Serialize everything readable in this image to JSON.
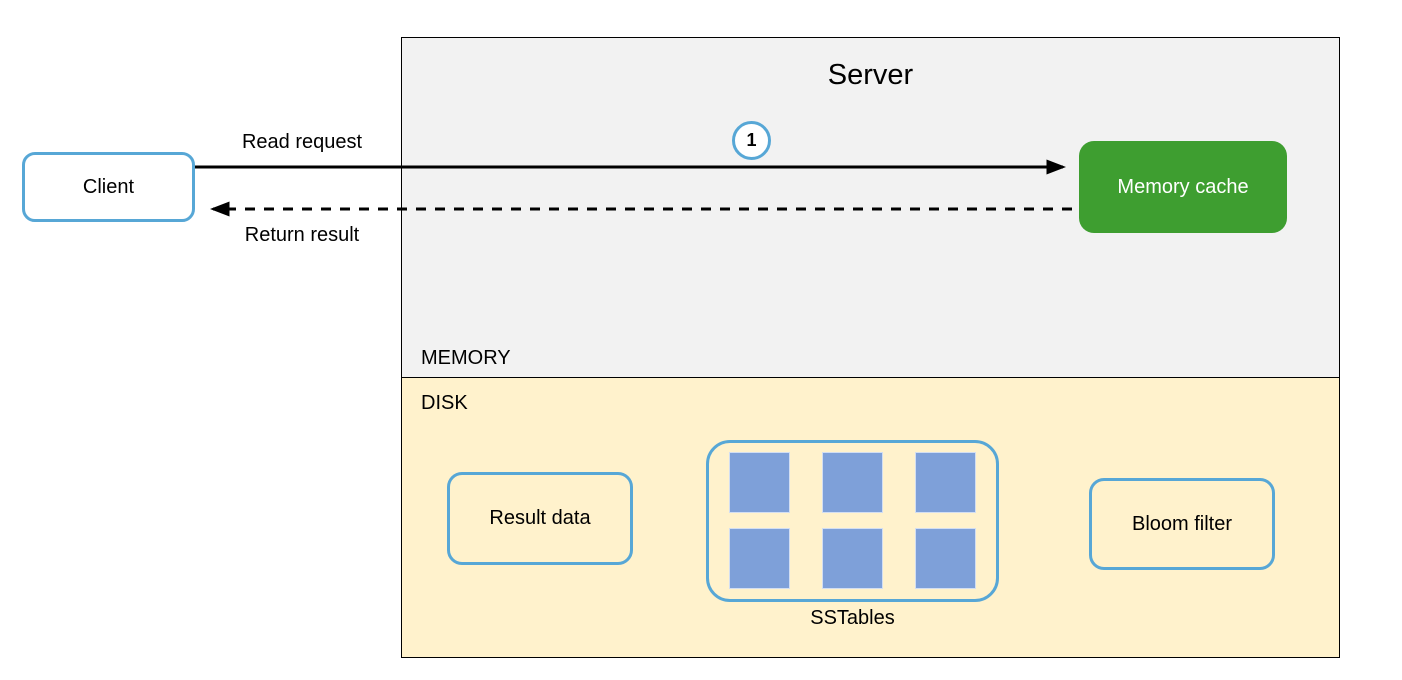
{
  "client": {
    "label": "Client"
  },
  "server": {
    "title": "Server",
    "memory_label": "MEMORY"
  },
  "memory_cache": {
    "label": "Memory cache"
  },
  "flows": {
    "read_request": {
      "label": "Read request",
      "step_badge": "1",
      "style": "solid-arrow-right"
    },
    "return_result": {
      "label": "Return result",
      "style": "dashed-arrow-left"
    }
  },
  "disk": {
    "label": "DISK",
    "result_data": {
      "label": "Result data"
    },
    "sstables": {
      "label": "SSTables",
      "square_count": 6
    },
    "bloom_filter": {
      "label": "Bloom filter"
    }
  },
  "colors": {
    "accent_blue": "#57A7D6",
    "green": "#3E9E30",
    "memory_bg": "#F2F2F2",
    "disk_bg": "#FFF2CC",
    "square_fill": "#7EA0D9",
    "line": "#000000"
  }
}
